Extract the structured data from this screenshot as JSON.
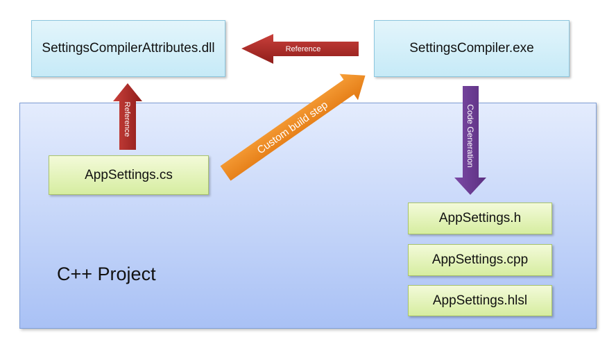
{
  "nodes": {
    "attributes_dll": "SettingsCompilerAttributes.dll",
    "compiler_exe": "SettingsCompiler.exe",
    "app_settings_cs": "AppSettings.cs",
    "app_settings_h": "AppSettings.h",
    "app_settings_cpp": "AppSettings.cpp",
    "app_settings_hlsl": "AppSettings.hlsl"
  },
  "project": {
    "label": "C++ Project"
  },
  "edges": {
    "exe_to_dll": "Reference",
    "cs_to_dll": "Reference",
    "cs_to_exe": "Custom build step",
    "exe_to_outputs": "Code Generation"
  },
  "colors": {
    "reference_arrow": "#b52a26",
    "build_step_arrow": "#f28a1c",
    "codegen_arrow": "#6f3d96"
  }
}
